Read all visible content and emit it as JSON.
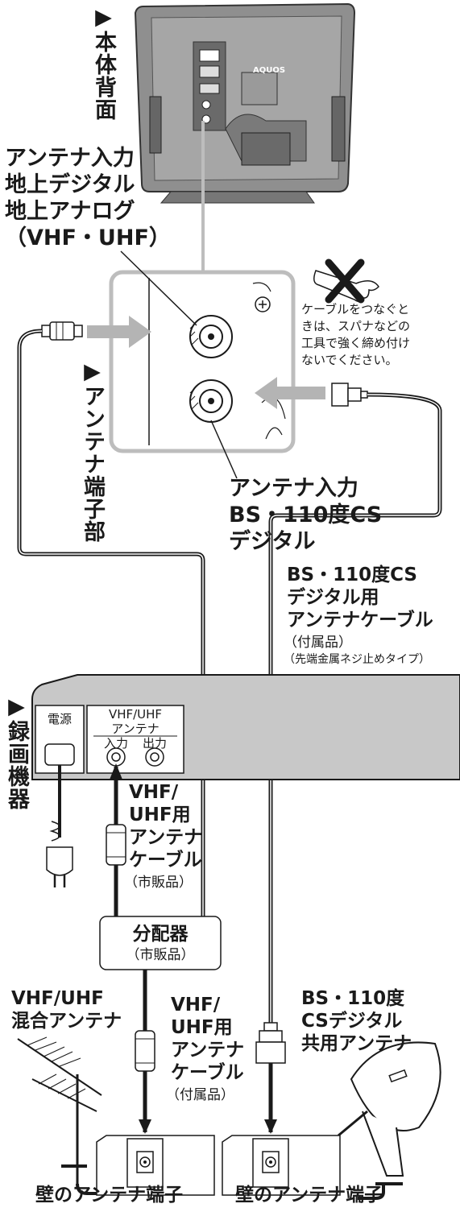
{
  "labels": {
    "tv_back": "▶本体背面",
    "antenna_terminal_section": "▶アンテナ端子部",
    "recorder": "▶録画機器",
    "antenna_in_terrestrial": [
      "アンテナ入力",
      "地上デジタル",
      "地上アナログ",
      "（VHF・UHF）"
    ],
    "antenna_in_bs": [
      "アンテナ入力",
      "BS・110度CS",
      "デジタル"
    ],
    "wrench_warning": [
      "ケーブルをつなぐと",
      "きは、スパナなどの",
      "工具で強く締め付け",
      "ないでください。"
    ],
    "bs_cable": [
      "BS・110度CS",
      "デジタル用",
      "アンテナケーブル"
    ],
    "bs_cable_included": "（付属品）",
    "bs_cable_type": "（先端金属ネジ止めタイプ）",
    "recorder_power": "電源",
    "recorder_antenna_head": [
      "VHF/UHF",
      "アンテナ"
    ],
    "recorder_in": "入力",
    "recorder_out": "出力",
    "vhf_cable_commercial": [
      "VHF/",
      "UHF用",
      "アンテナ",
      "ケーブル"
    ],
    "commercial": "（市販品）",
    "splitter": "分配器",
    "splitter_commercial": "（市販品）",
    "vhf_mixed_antenna": [
      "VHF/UHF",
      "混合アンテナ"
    ],
    "vhf_cable_included": [
      "VHF/",
      "UHF用",
      "アンテナ",
      "ケーブル"
    ],
    "included": "（付属品）",
    "bs_shared_antenna": [
      "BS・110度",
      "CSデジタル",
      "共用アンテナ"
    ],
    "wall_terminal_left": "壁のアンテナ端子",
    "wall_terminal_right": "壁のアンテナ端子",
    "tv_brand": "AQUOS"
  },
  "icons": [
    "tv-rear-icon",
    "wrench-prohibited-icon",
    "f-connector-icon",
    "bs-plug-icon",
    "power-plug-icon",
    "yagi-antenna-icon",
    "satellite-dish-icon",
    "wall-outlet-icon",
    "arrow-icon"
  ],
  "colors": {
    "line": "#1a1a1a",
    "cable_gray": "#bdbdbd",
    "arrow_gray": "#b4b4b4",
    "panel_gray": "#d9d9d9",
    "tv_gray": "#8f8f8f",
    "device_gray": "#c8c8c8"
  }
}
